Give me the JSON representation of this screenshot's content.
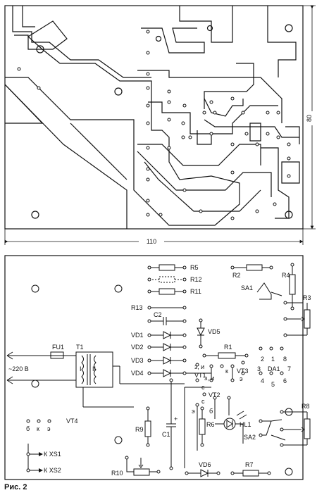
{
  "figure": {
    "caption": "Рис. 2",
    "dimension_width": "110",
    "dimension_height": "80"
  },
  "assembly": {
    "components": [
      {
        "id": "r5",
        "label": "R5"
      },
      {
        "id": "r12",
        "label": "R12"
      },
      {
        "id": "r11",
        "label": "R11"
      },
      {
        "id": "r13",
        "label": "R13"
      },
      {
        "id": "c2",
        "label": "C2"
      },
      {
        "id": "vd1",
        "label": "VD1"
      },
      {
        "id": "vd2",
        "label": "VD2"
      },
      {
        "id": "vd3",
        "label": "VD3"
      },
      {
        "id": "vd4",
        "label": "VD4"
      },
      {
        "id": "vd5",
        "label": "VD5"
      },
      {
        "id": "r1",
        "label": "R1"
      },
      {
        "id": "r2",
        "label": "R2"
      },
      {
        "id": "r4",
        "label": "R4"
      },
      {
        "id": "r3",
        "label": "R3"
      },
      {
        "id": "sa1",
        "label": "SA1"
      },
      {
        "id": "fu1",
        "label": "FU1"
      },
      {
        "id": "t1",
        "label": "T1"
      },
      {
        "id": "mains",
        "label": "~220 В"
      },
      {
        "id": "wind1",
        "label": "I"
      },
      {
        "id": "wind2",
        "label": "II"
      },
      {
        "id": "vt1",
        "label": "VT1"
      },
      {
        "id": "vt3",
        "label": "VT3"
      },
      {
        "id": "vt2",
        "label": "VT2"
      },
      {
        "id": "vt4",
        "label": "VT4"
      },
      {
        "id": "da1",
        "label": "DA1"
      },
      {
        "id": "r9",
        "label": "R9"
      },
      {
        "id": "c1",
        "label": "C1"
      },
      {
        "id": "r6",
        "label": "R6"
      },
      {
        "id": "hl1",
        "label": "HL1"
      },
      {
        "id": "r8",
        "label": "R8"
      },
      {
        "id": "sa2",
        "label": "SA2"
      },
      {
        "id": "r10",
        "label": "R10"
      },
      {
        "id": "vd6",
        "label": "VD6"
      },
      {
        "id": "r7",
        "label": "R7"
      },
      {
        "id": "xs1",
        "label": "К XS1"
      },
      {
        "id": "xs2",
        "label": "К XS2"
      },
      {
        "id": "c1plus",
        "label": "+"
      }
    ],
    "pin_labels": {
      "vt1_zi": "з, и",
      "vt3_zi": "з, и",
      "vt1_k": "к",
      "vt3_e": "э",
      "vt2_c1": "с",
      "vt2_c2": "с",
      "vt2_e": "э",
      "vt2_b": "б",
      "vt4_b": "б",
      "vt4_k": "к",
      "vt4_e": "э"
    },
    "da1_pins": [
      "1",
      "2",
      "3",
      "4",
      "5",
      "6",
      "7",
      "8"
    ]
  }
}
